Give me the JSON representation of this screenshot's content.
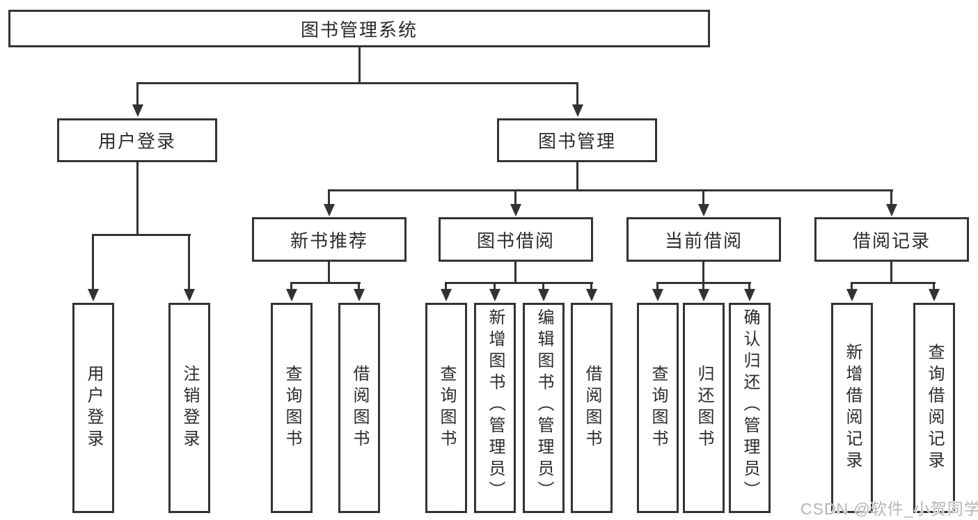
{
  "nodes": {
    "root": "图书管理系统",
    "user_login": "用户登录",
    "book_mgmt": "图书管理",
    "new_book": "新书推荐",
    "book_borrow": "图书借阅",
    "current_borrow": "当前借阅",
    "borrow_record": "借阅记录",
    "leaf_user_login": "用户登录",
    "leaf_logout": "注销登录",
    "leaf_nb_query": "查询图书",
    "leaf_nb_borrow": "借阅图书",
    "leaf_bb_query": "查询图书",
    "leaf_bb_add": "新增图书（管理员）",
    "leaf_bb_edit": "编辑图书（管理员）",
    "leaf_bb_borrow": "借阅图书",
    "leaf_cb_query": "查询图书",
    "leaf_cb_return": "归还图书",
    "leaf_cb_confirm": "确认归还（管理员）",
    "leaf_br_add": "新增借阅记录",
    "leaf_br_query": "查询借阅记录"
  },
  "watermark": "CSDN @软件_小贺同学",
  "colors": {
    "line": "#333333",
    "text": "#2b2b2b",
    "watermark": "#b5b5b5",
    "background": "#ffffff"
  }
}
